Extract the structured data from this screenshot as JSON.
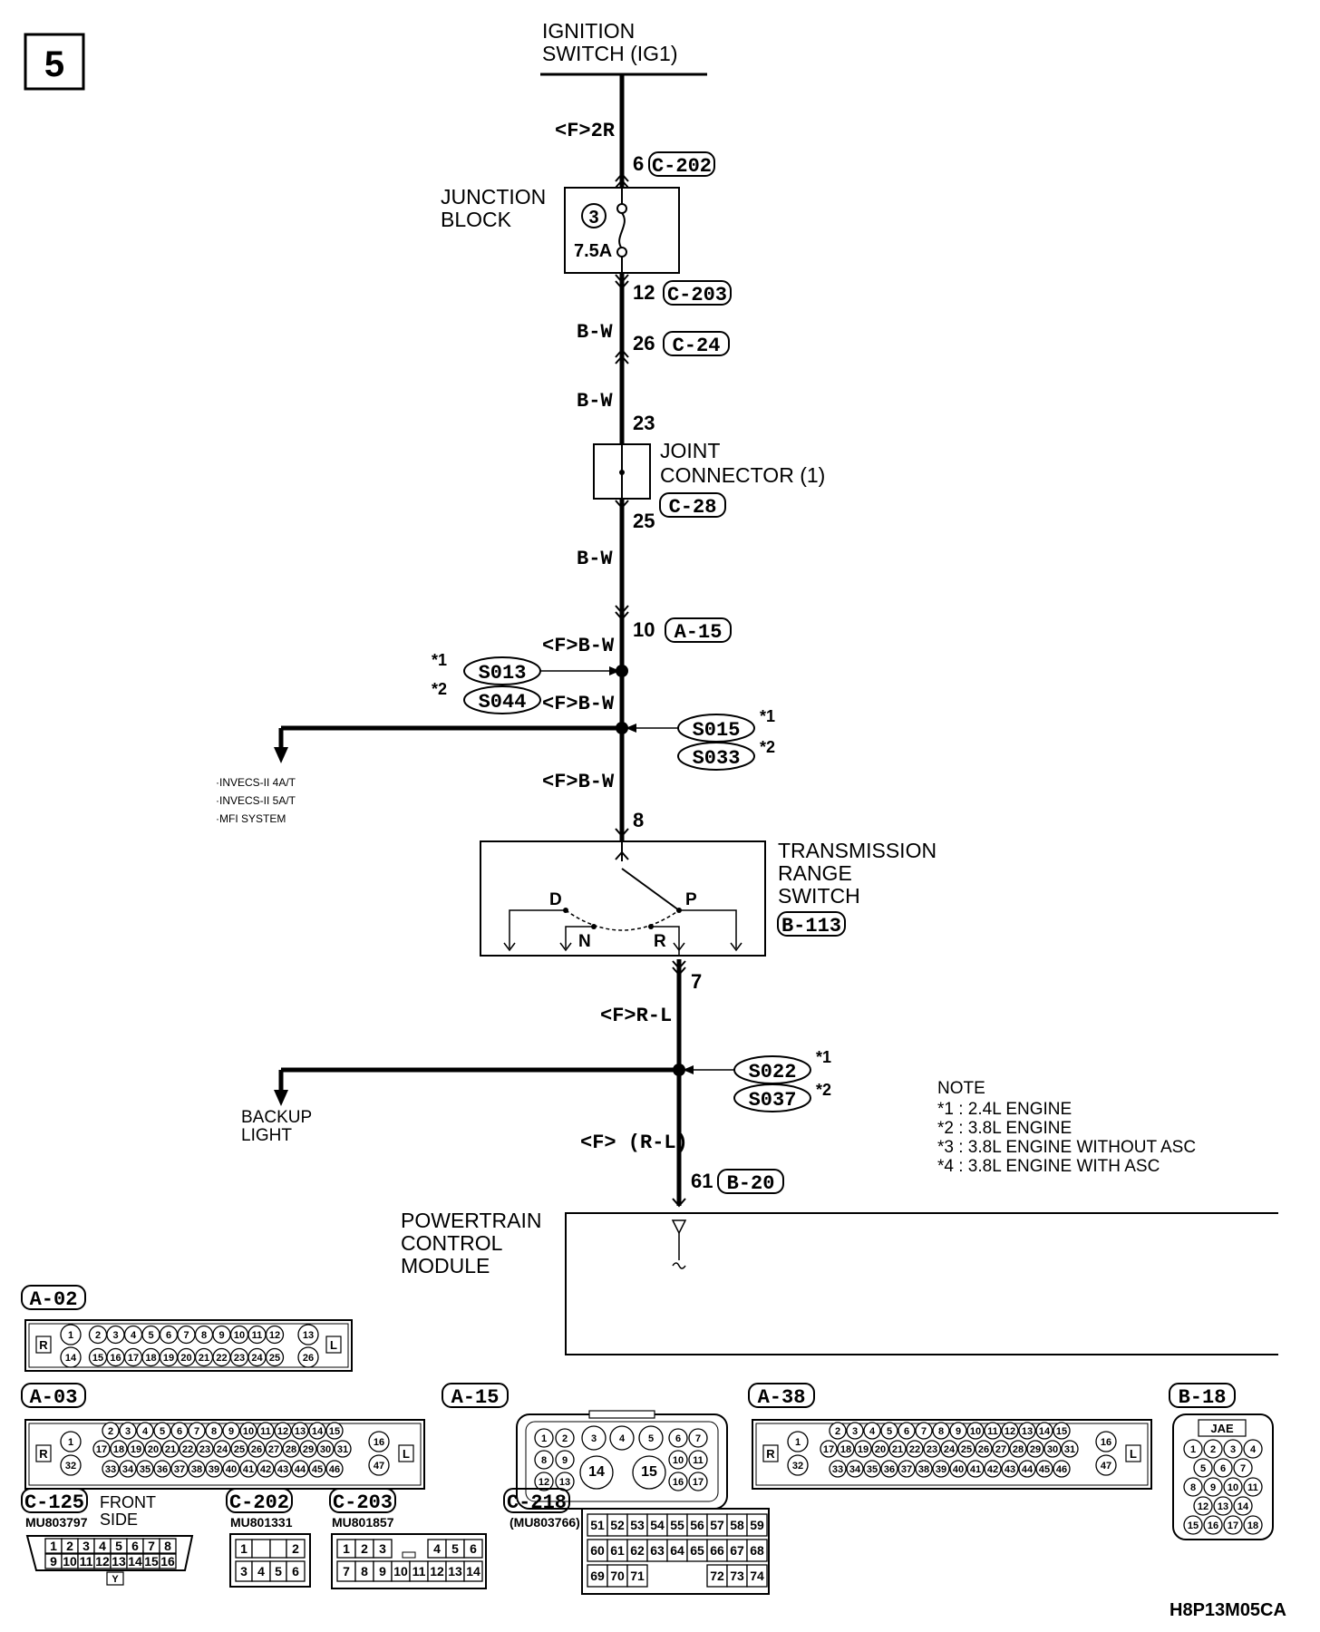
{
  "page_number": "5",
  "source": {
    "line1": "IGNITION",
    "line2": "SWITCH (IG1)"
  },
  "wires": {
    "w1": "<F>2R",
    "w2": "B-W",
    "w3": "B-W",
    "w4": "B-W",
    "w5": "<F>B-W",
    "w6": "<F>B-W",
    "w7": "<F>B-W",
    "w8": "<F>R-L",
    "w9": "<F> (R-L)"
  },
  "pins": {
    "p6": "6",
    "p12": "12",
    "p26": "26",
    "p23": "23",
    "p25": "25",
    "p10": "10",
    "p8": "8",
    "p7": "7",
    "p61": "61"
  },
  "connectors": {
    "c202": "C-202",
    "c203": "C-203",
    "c24": "C-24",
    "c28": "C-28",
    "a15": "A-15",
    "b113": "B-113",
    "b20": "B-20"
  },
  "junction_block": {
    "line1": "JUNCTION",
    "line2": "BLOCK",
    "fuse_no": "3",
    "fuse_rating": "7.5A"
  },
  "joint_connector": {
    "line1": "JOINT",
    "line2": "CONNECTOR (1)"
  },
  "splices": {
    "s013": "S013",
    "s044": "S044",
    "s015": "S015",
    "s033": "S033",
    "s022": "S022",
    "s037": "S037"
  },
  "stars": {
    "one": "*1",
    "two": "*2"
  },
  "branch1": {
    "l1": "·INVECS-II 4A/T",
    "l2": "·INVECS-II 5A/T",
    "l3": "·MFI SYSTEM"
  },
  "branch2": {
    "l1": "BACKUP",
    "l2": "LIGHT"
  },
  "trs": {
    "line1": "TRANSMISSION",
    "line2": "RANGE",
    "line3": "SWITCH",
    "pos_d": "D",
    "pos_p": "P",
    "pos_n": "N",
    "pos_r": "R"
  },
  "pcm": {
    "line1": "POWERTRAIN",
    "line2": "CONTROL",
    "line3": "MODULE"
  },
  "note": {
    "title": "NOTE",
    "n1": "*1 : 2.4L ENGINE",
    "n2": "*2 : 3.8L ENGINE",
    "n3": "*3 : 3.8L ENGINE WITHOUT ASC",
    "n4": "*4 : 3.8L ENGINE WITH ASC"
  },
  "conn_views": {
    "a02": "A-02",
    "a03": "A-03",
    "a15": "A-15",
    "a38": "A-38",
    "b18": "B-18",
    "c125": "C-125",
    "c125_part": "MU803797",
    "c125_side1": "FRONT",
    "c125_side2": "SIDE",
    "c202": "C-202",
    "c202_part": "MU801331",
    "c203": "C-203",
    "c203_part": "MU801857",
    "c218": "C-218",
    "c218_part": "(MU803766)",
    "jae": "JAE",
    "r": "R",
    "l": "L",
    "y": "Y"
  },
  "diagram_code": "H8P13M05CA"
}
